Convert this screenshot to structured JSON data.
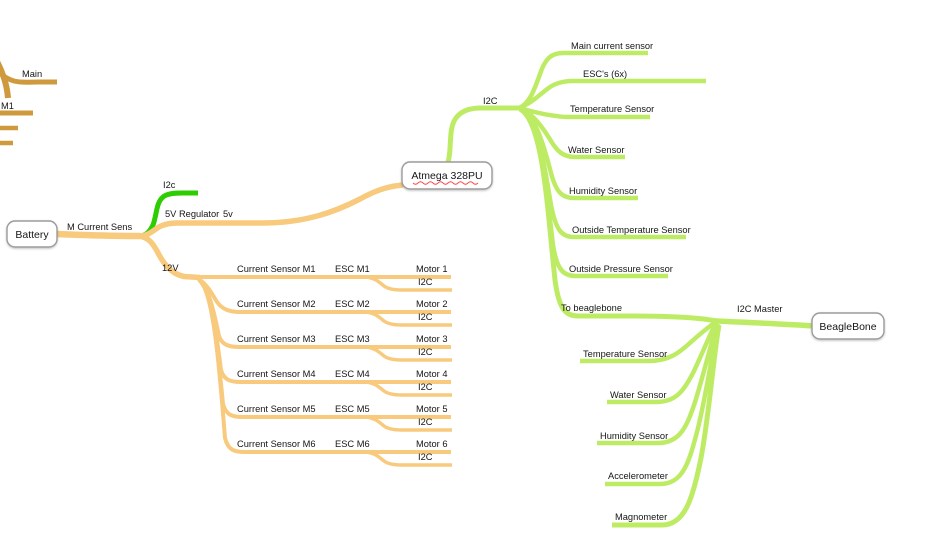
{
  "colors": {
    "branchDarkOrange": "#cf9a3d",
    "branchOrange": "#f8ca7d",
    "branchGreen": "#2ecc02",
    "branchLightGreen": "#bdec64",
    "nodeFill": "#ffffff",
    "nodeBorder": "#9b9b9b",
    "textColor": "#161616",
    "spellcheckRed": "#ff4040"
  },
  "cropped_subtree": {
    "main_label": "Main",
    "m1_label": "M1"
  },
  "battery": {
    "label": "Battery",
    "edge_label": "M Current Sens",
    "i2c_label": "I2c",
    "regulator_label": "5V Regulator",
    "v5_label": "5v",
    "v12_label": "12V"
  },
  "motors": {
    "rows": [
      {
        "sensor": "Current Sensor M1",
        "esc": "ESC M1",
        "motor": "Motor 1",
        "bus": "I2C"
      },
      {
        "sensor": "Current Sensor M2",
        "esc": "ESC M2",
        "motor": "Motor 2",
        "bus": "I2C"
      },
      {
        "sensor": "Current Sensor M3",
        "esc": "ESC M3",
        "motor": "Motor 3",
        "bus": "I2C"
      },
      {
        "sensor": "Current Sensor M4",
        "esc": "ESC M4",
        "motor": "Motor 4",
        "bus": "I2C"
      },
      {
        "sensor": "Current Sensor M5",
        "esc": "ESC M5",
        "motor": "Motor 5",
        "bus": "I2C"
      },
      {
        "sensor": "Current Sensor M6",
        "esc": "ESC M6",
        "motor": "Motor 6",
        "bus": "I2C"
      }
    ]
  },
  "atmega": {
    "label": "Atmega 328PU",
    "bus_label": "I2C",
    "children": [
      "Main current sensor",
      "ESC's (6x)",
      "Temperature Sensor",
      "Water Sensor",
      "Humidity Sensor",
      "Outside Temperature Sensor",
      "Outside Pressure Sensor",
      "To beaglebone"
    ]
  },
  "beaglebone": {
    "label": "BeagleBone",
    "bus_label": "I2C Master",
    "children": [
      "Temperature Sensor",
      "Water Sensor",
      "Humidity Sensor",
      "Accelerometer",
      "Magnometer"
    ]
  }
}
